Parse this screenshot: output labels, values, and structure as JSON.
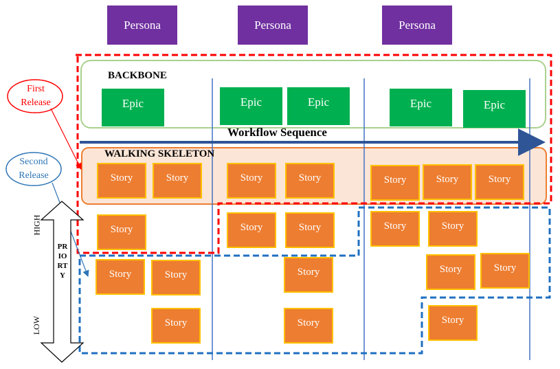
{
  "personas": [
    "Persona",
    "Persona",
    "Persona"
  ],
  "backbone": {
    "title": "BACKBONE",
    "epics": [
      "Epic",
      "Epic",
      "Epic",
      "Epic",
      "Epic"
    ]
  },
  "workflow_label": "Workflow Sequence",
  "walking_skeleton": {
    "title": "WALKING SKELETON"
  },
  "story_label": "Story",
  "releases": {
    "first": "First Release",
    "second": "Second Release"
  },
  "priority": {
    "high": "HIGH",
    "low": "LOW",
    "word": "PRIORTY"
  },
  "colors": {
    "persona": "#7030A0",
    "epic": "#00B050",
    "story": "#ED7D31",
    "story_border": "#FFC000",
    "first_release": "#FF0000",
    "second_release": "#1F6FC0",
    "workflow_arrow": "#2F5597",
    "backbone_border": "#A9D18E",
    "skeleton_fill": "#FBE5D6",
    "skeleton_border": "#ED7D31"
  }
}
